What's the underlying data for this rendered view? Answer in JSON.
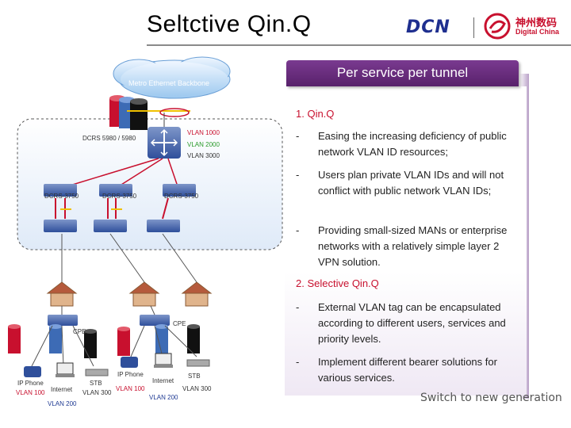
{
  "header": {
    "title": "Seltctive Qin.Q"
  },
  "logo": {
    "dcn_text": "DCN",
    "cn_text": "神州数码",
    "en_text": "Digital China"
  },
  "panel": {
    "tab_label": "Per service per tunnel",
    "section1": {
      "heading": "1.  Qin.Q",
      "bullets": [
        "Easing the increasing deficiency of public network VLAN ID resources;",
        "Users plan private VLAN IDs and will not conflict with public network VLAN IDs;",
        "Providing small-sized MANs or enterprise networks with a relatively simple layer 2 VPN solution."
      ]
    },
    "section2": {
      "heading": "2. Selective Qin.Q",
      "bullets": [
        "External VLAN tag can be encapsulated according to different users, services and priority levels.",
        "Implement different bearer solutions for various services."
      ]
    },
    "dash": "-"
  },
  "diagram": {
    "cloud_label": "Metro Ethernet Backbone",
    "core_switch_label": "DCRS 5980 / 5980",
    "vlan_tags": [
      "VLAN 1000",
      "VLAN 2000",
      "VLAN 3000"
    ],
    "access_switch_labels": [
      "DCRS-3750",
      "DCRS-3750",
      "DCRS-3750"
    ],
    "cpe_labels": [
      "CPE",
      "CPE"
    ],
    "left_group": {
      "ip_phone": "IP Phone",
      "internet": "Internet",
      "stb": "STB",
      "vlan100": "VLAN 100",
      "vlan200": "VLAN 200",
      "vlan300": "VLAN 300"
    },
    "right_group": {
      "ip_phone": "IP Phone",
      "internet": "Internet",
      "stb": "STB",
      "vlan100": "VLAN 100",
      "vlan200": "VLAN 200",
      "vlan300": "VLAN 300"
    }
  },
  "footer": {
    "slogan": "Switch to new generation"
  },
  "colors": {
    "accent_red": "#c8102e",
    "tab_purple": "#6b2c80",
    "brand_blue": "#1f2f8f"
  }
}
